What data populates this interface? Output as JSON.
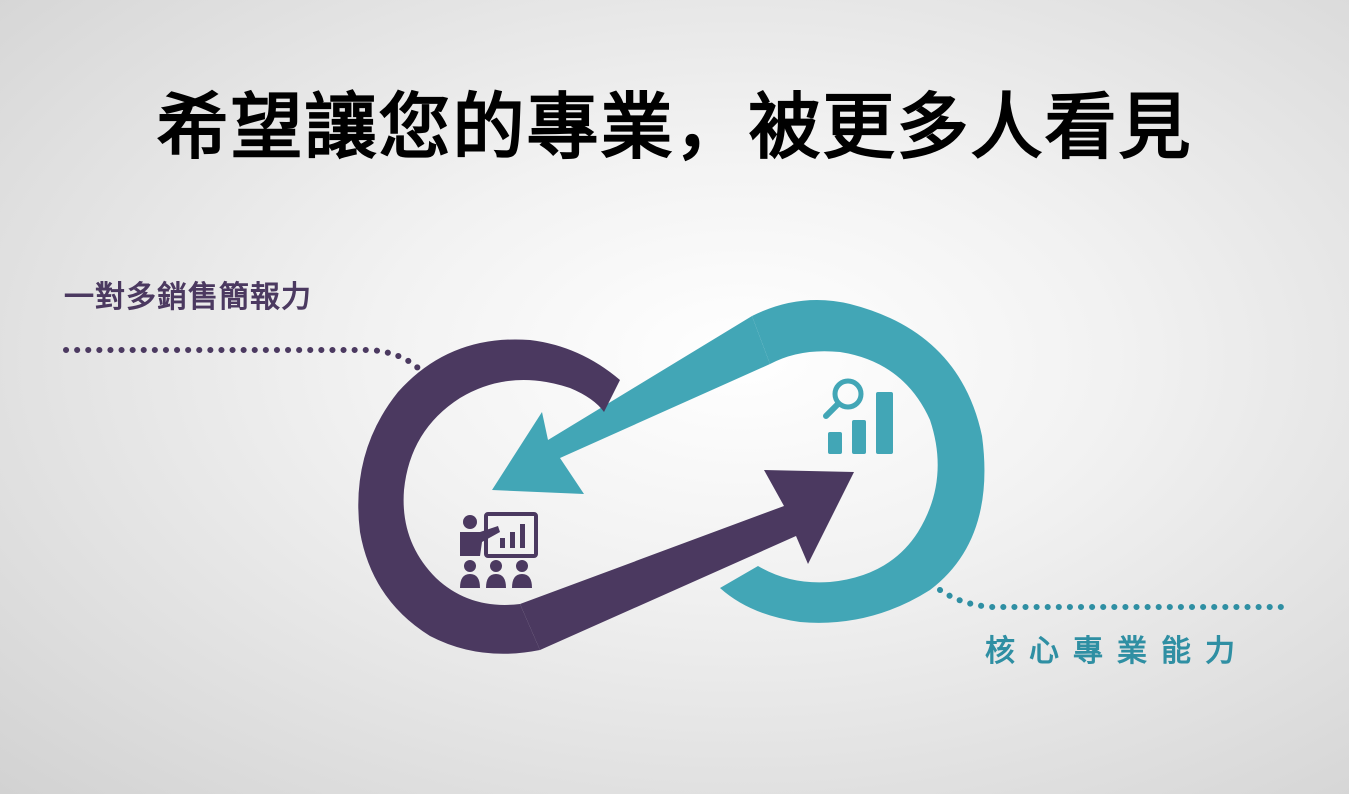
{
  "title": "希望讓您的專業，被更多人看見",
  "left_label": "一對多銷售簡報力",
  "right_label": "核心專業能力",
  "icons": {
    "left": "presentation-audience-icon",
    "right": "search-analytics-icon"
  },
  "colors": {
    "purple": "#4b3960",
    "teal": "#42a6b6",
    "dots_purple": "#4b3960",
    "dots_teal": "#2f8fa3"
  }
}
